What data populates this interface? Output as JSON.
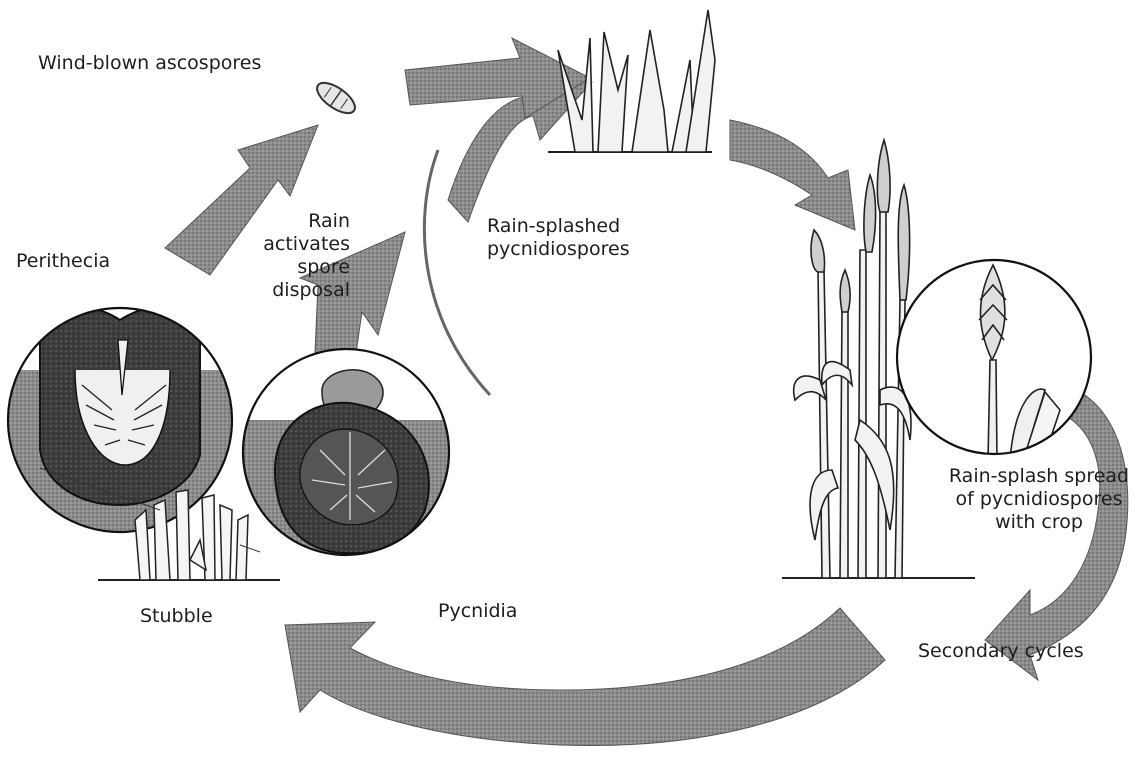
{
  "labels": {
    "wind_blown": "Wind-blown ascospores",
    "perithecia": "Perithecia",
    "rain_activates_1": "Rain",
    "rain_activates_2": "activates",
    "rain_activates_3": "spore",
    "rain_activates_4": "disposal",
    "rain_splashed_1": "Rain-splashed",
    "rain_splashed_2": "pycnidiospores",
    "rain_splash_spread_1": "Rain-splash spread",
    "rain_splash_spread_2": "of pycnidiospores",
    "rain_splash_spread_3": "with crop",
    "secondary_cycles": "Secondary cycles",
    "stubble": "Stubble",
    "pycnidia": "Pycnidia"
  },
  "colors": {
    "arrow_fill": "#7a7a7a",
    "line": "#1a1a1a",
    "soil": "#b9b9b9",
    "fungus_dark": "#3a3a3a",
    "plant_fill": "#f2f2f2"
  },
  "icons": [
    "ascospore-icon",
    "seedling-icon",
    "wheat-plant-icon",
    "stubble-icon",
    "perithecium-icon",
    "pycnidium-icon",
    "wheat-head-icon"
  ]
}
